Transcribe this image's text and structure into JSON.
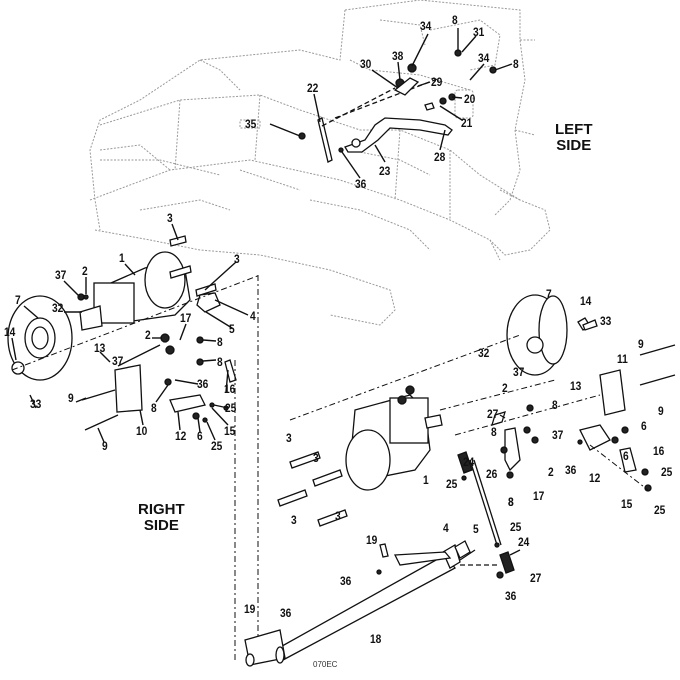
{
  "diagram": {
    "type": "exploded-parts-view",
    "figure_code": "070EC",
    "side_labels": {
      "left": "LEFT\nSIDE",
      "right": "RIGHT\nSIDE"
    },
    "callouts": [
      {
        "id": "c-34a",
        "text": "34"
      },
      {
        "id": "c-8a",
        "text": "8"
      },
      {
        "id": "c-31",
        "text": "31"
      },
      {
        "id": "c-38",
        "text": "38"
      },
      {
        "id": "c-30",
        "text": "30"
      },
      {
        "id": "c-29",
        "text": "29"
      },
      {
        "id": "c-34b",
        "text": "34"
      },
      {
        "id": "c-8b",
        "text": "8"
      },
      {
        "id": "c-20",
        "text": "20"
      },
      {
        "id": "c-22",
        "text": "22"
      },
      {
        "id": "c-21",
        "text": "21"
      },
      {
        "id": "c-35",
        "text": "35"
      },
      {
        "id": "c-28",
        "text": "28"
      },
      {
        "id": "c-23",
        "text": "23"
      },
      {
        "id": "c-36a",
        "text": "36"
      },
      {
        "id": "c-3a",
        "text": "3"
      },
      {
        "id": "c-1a",
        "text": "1"
      },
      {
        "id": "c-3b",
        "text": "3"
      },
      {
        "id": "c-37a",
        "text": "37"
      },
      {
        "id": "c-2a",
        "text": "2"
      },
      {
        "id": "c-7a",
        "text": "7"
      },
      {
        "id": "c-32a",
        "text": "32"
      },
      {
        "id": "c-4a",
        "text": "4"
      },
      {
        "id": "c-5a",
        "text": "5"
      },
      {
        "id": "c-14a",
        "text": "14"
      },
      {
        "id": "c-2b",
        "text": "2"
      },
      {
        "id": "c-17a",
        "text": "17"
      },
      {
        "id": "c-8c",
        "text": "8"
      },
      {
        "id": "c-13a",
        "text": "13"
      },
      {
        "id": "c-37b",
        "text": "37"
      },
      {
        "id": "c-8d",
        "text": "8"
      },
      {
        "id": "c-36b",
        "text": "36"
      },
      {
        "id": "c-16a",
        "text": "16"
      },
      {
        "id": "c-33a",
        "text": "33"
      },
      {
        "id": "c-9a",
        "text": "9"
      },
      {
        "id": "c-8e",
        "text": "8"
      },
      {
        "id": "c-25a",
        "text": "25"
      },
      {
        "id": "c-10",
        "text": "10"
      },
      {
        "id": "c-12a",
        "text": "12"
      },
      {
        "id": "c-6a",
        "text": "6"
      },
      {
        "id": "c-15a",
        "text": "15"
      },
      {
        "id": "c-9b",
        "text": "9"
      },
      {
        "id": "c-25b",
        "text": "25"
      },
      {
        "id": "c-7b",
        "text": "7"
      },
      {
        "id": "c-14b",
        "text": "14"
      },
      {
        "id": "c-33b",
        "text": "33"
      },
      {
        "id": "c-32b",
        "text": "32"
      },
      {
        "id": "c-11",
        "text": "11"
      },
      {
        "id": "c-9c",
        "text": "9"
      },
      {
        "id": "c-37c",
        "text": "37"
      },
      {
        "id": "c-2c",
        "text": "2"
      },
      {
        "id": "c-8f",
        "text": "8"
      },
      {
        "id": "c-13b",
        "text": "13"
      },
      {
        "id": "c-9d",
        "text": "9"
      },
      {
        "id": "c-27a",
        "text": "27"
      },
      {
        "id": "c-8g",
        "text": "8"
      },
      {
        "id": "c-37d",
        "text": "37"
      },
      {
        "id": "c-6b",
        "text": "6"
      },
      {
        "id": "c-3c",
        "text": "3"
      },
      {
        "id": "c-24a",
        "text": "24"
      },
      {
        "id": "c-2d",
        "text": "2"
      },
      {
        "id": "c-6c",
        "text": "6"
      },
      {
        "id": "c-16b",
        "text": "16"
      },
      {
        "id": "c-36c",
        "text": "36"
      },
      {
        "id": "c-1b",
        "text": "1"
      },
      {
        "id": "c-8h",
        "text": "8"
      },
      {
        "id": "c-12b",
        "text": "12"
      },
      {
        "id": "c-25c",
        "text": "25"
      },
      {
        "id": "c-3d",
        "text": "3"
      },
      {
        "id": "c-25d",
        "text": "25"
      },
      {
        "id": "c-26",
        "text": "26"
      },
      {
        "id": "c-8i",
        "text": "8"
      },
      {
        "id": "c-17b",
        "text": "17"
      },
      {
        "id": "c-15b",
        "text": "15"
      },
      {
        "id": "c-25e",
        "text": "25"
      },
      {
        "id": "c-3e",
        "text": "3"
      },
      {
        "id": "c-3f",
        "text": "3"
      },
      {
        "id": "c-19a",
        "text": "19"
      },
      {
        "id": "c-4b",
        "text": "4"
      },
      {
        "id": "c-5b",
        "text": "5"
      },
      {
        "id": "c-25f",
        "text": "25"
      },
      {
        "id": "c-24b",
        "text": "24"
      },
      {
        "id": "c-36d",
        "text": "36"
      },
      {
        "id": "c-27b",
        "text": "27"
      },
      {
        "id": "c-36e",
        "text": "36"
      },
      {
        "id": "c-19b",
        "text": "19"
      },
      {
        "id": "c-36f",
        "text": "36"
      },
      {
        "id": "c-18",
        "text": "18"
      }
    ]
  }
}
